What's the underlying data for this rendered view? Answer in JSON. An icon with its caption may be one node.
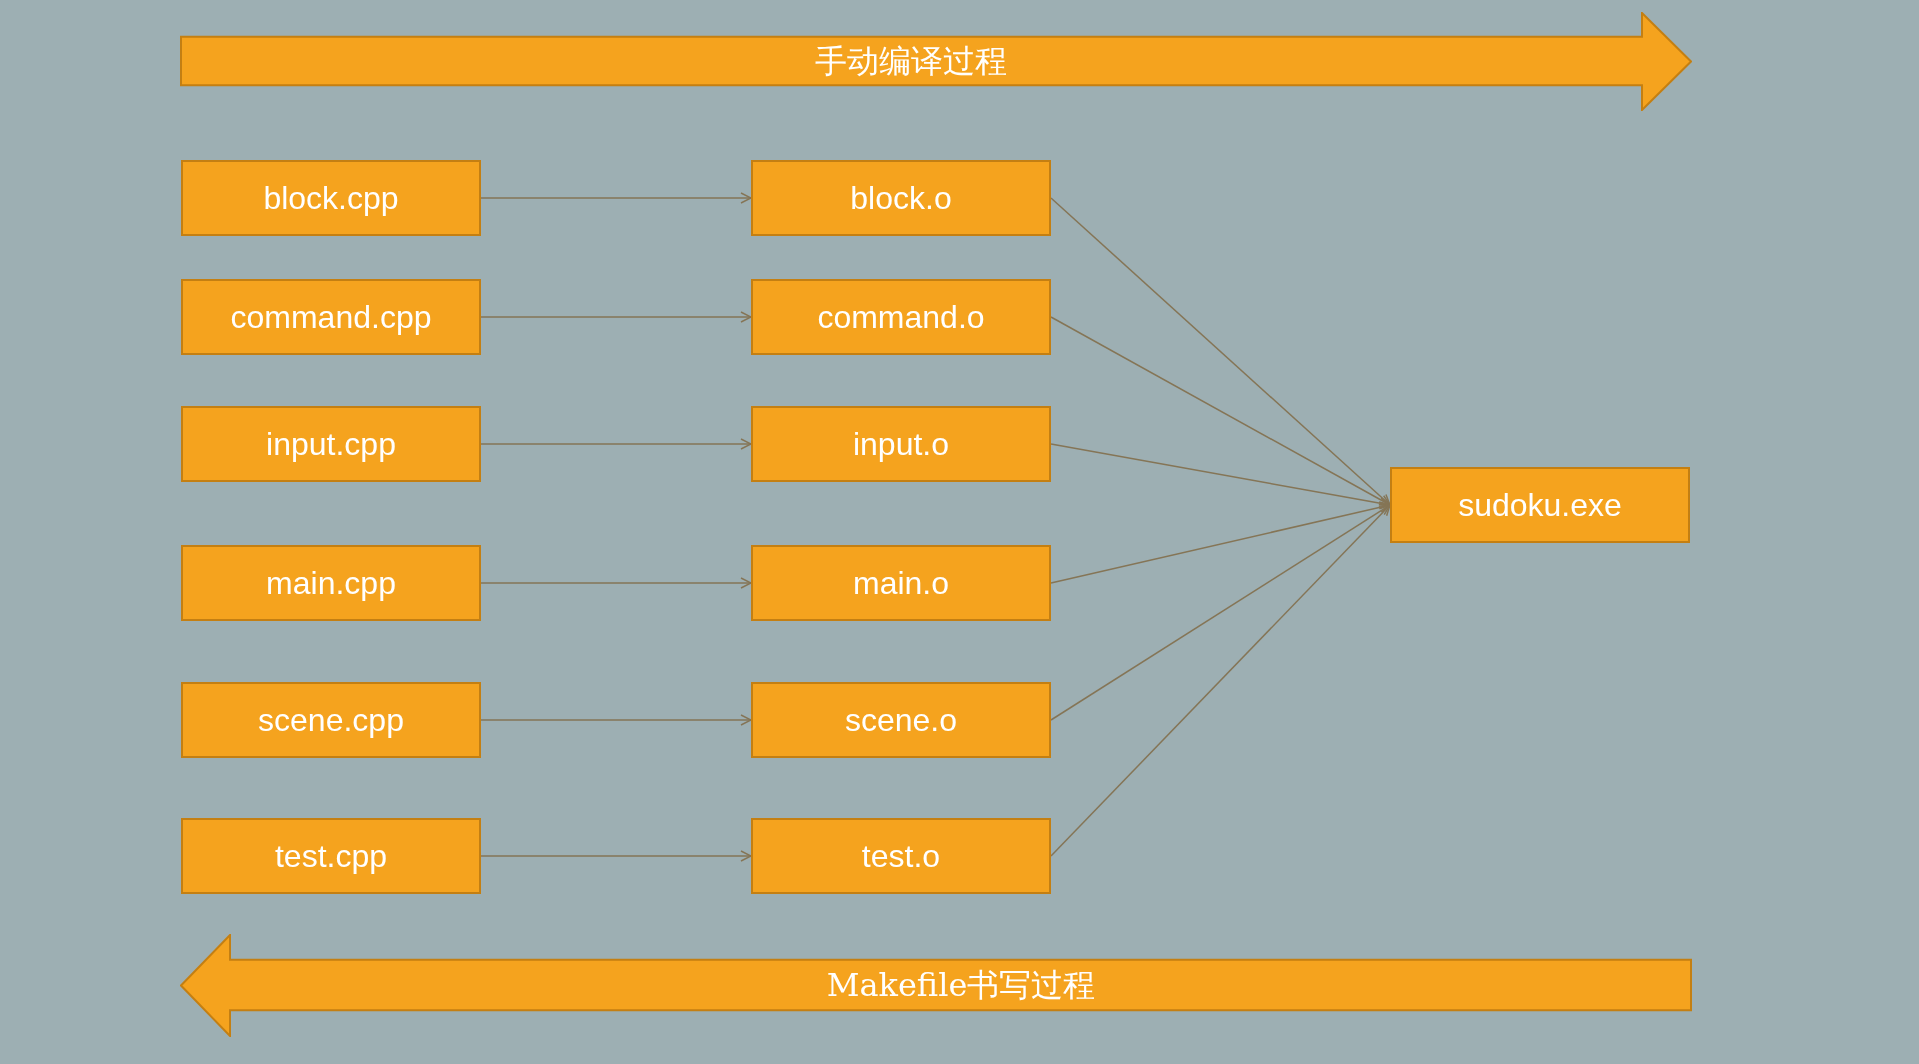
{
  "diagram": {
    "nodes": [
      {
        "text": [
          "手动编译过程"
        ]
      },
      {
        "text": [
          "block.cpp"
        ]
      },
      {
        "text": [
          "command.cpp"
        ]
      },
      {
        "text": [
          "input.cpp"
        ]
      },
      {
        "text": [
          "main.cpp"
        ]
      },
      {
        "text": [
          "scene.cpp"
        ]
      },
      {
        "text": [
          "test.cpp"
        ]
      },
      {
        "text": [
          "block.o"
        ]
      },
      {
        "text": [
          "command.o"
        ]
      },
      {
        "text": [
          "input.o"
        ]
      },
      {
        "text": [
          "main.o"
        ]
      },
      {
        "text": [
          "scene.o"
        ]
      },
      {
        "text": [
          "test.o"
        ]
      },
      {
        "text": [
          "sudoku.exe"
        ]
      },
      {
        "text": [
          "Makefile书写过程"
        ]
      }
    ],
    "edges": [
      {
        "from": 1,
        "to": 7,
        "arrow": "to"
      },
      {
        "from": 2,
        "to": 8,
        "arrow": "to"
      },
      {
        "from": 3,
        "to": 9,
        "arrow": "to"
      },
      {
        "from": 4,
        "to": 10,
        "arrow": "to"
      },
      {
        "from": 5,
        "to": 11,
        "arrow": "to"
      },
      {
        "from": 6,
        "to": 12,
        "arrow": "to"
      },
      {
        "from": 7,
        "to": 13,
        "arrow": "to"
      },
      {
        "from": 8,
        "to": 13,
        "arrow": "to"
      },
      {
        "from": 9,
        "to": 13,
        "arrow": "to"
      },
      {
        "from": 10,
        "to": 13,
        "arrow": "to"
      },
      {
        "from": 11,
        "to": 13,
        "arrow": "to"
      },
      {
        "from": 12,
        "to": 13,
        "arrow": "to"
      }
    ]
  }
}
